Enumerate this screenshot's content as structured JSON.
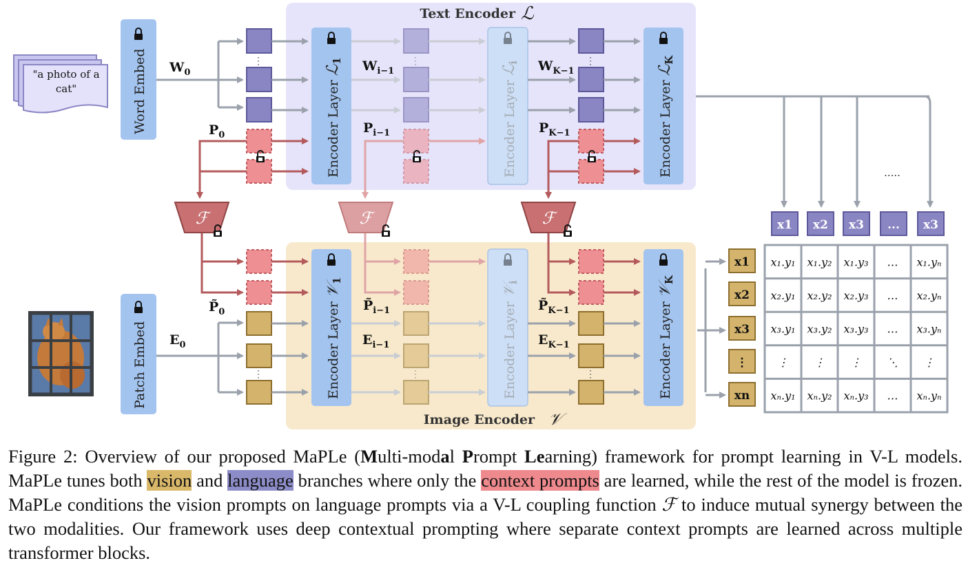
{
  "text_input": [
    "\"a photo of a",
    "cat\""
  ],
  "word_embed": "Word Embed",
  "patch_embed": "Patch Embed",
  "text_encoder_title": "Text Encoder",
  "text_encoder_symbol": "ℒ",
  "image_encoder_title": "Image Encoder",
  "image_encoder_symbol": "𝒱",
  "encoder_layer_prefix": "Encoder Layer",
  "text_layers": [
    {
      "sym": "ℒ",
      "sub": "1"
    },
    {
      "sym": "ℒ",
      "sub": "i"
    },
    {
      "sym": "ℒ",
      "sub": "K"
    }
  ],
  "image_layers": [
    {
      "sym": "𝒱",
      "sub": "1"
    },
    {
      "sym": "𝒱",
      "sub": "i"
    },
    {
      "sym": "𝒱",
      "sub": "K"
    }
  ],
  "coupling_symbol": "ℱ",
  "labels": {
    "w0": {
      "main": "W",
      "sub": "0"
    },
    "wi": {
      "main": "W",
      "sub": "i−1"
    },
    "wk": {
      "main": "W",
      "sub": "K−1"
    },
    "p0": {
      "main": "P",
      "sub": "0"
    },
    "pi": {
      "main": "P",
      "sub": "i−1"
    },
    "pk": {
      "main": "P",
      "sub": "K−1"
    },
    "pt0": {
      "main": "P̃",
      "sub": "0"
    },
    "pti": {
      "main": "P̃",
      "sub": "i−1"
    },
    "ptk": {
      "main": "P̃",
      "sub": "K−1"
    },
    "e0": {
      "main": "E",
      "sub": "0"
    },
    "ei": {
      "main": "E",
      "sub": "i−1"
    },
    "ek": {
      "main": "E",
      "sub": "K−1"
    }
  },
  "text_features": [
    "x1",
    "x2",
    "x3",
    "...",
    "x3"
  ],
  "image_features": [
    "x1",
    "x2",
    "x3",
    "⋮",
    "xn"
  ],
  "dots_text": ".....",
  "matrix_rows": [
    [
      "x₁.y₁",
      "x₁.y₂",
      "x₁.y₃",
      "…",
      "x₁.yₙ"
    ],
    [
      "x₂.y₁",
      "x₂.y₂",
      "x₂.y₃",
      "…",
      "x₂.yₙ"
    ],
    [
      "x₃.y₁",
      "x₃.y₂",
      "x₃.y₃",
      "…",
      "x₃.yₙ"
    ],
    [
      "⋮",
      "⋮",
      "⋮",
      "⋱",
      "⋮"
    ],
    [
      "xₙ.y₁",
      "xₙ.y₂",
      "xₙ.y₃",
      "…",
      "xₙ.yₙ"
    ]
  ],
  "caption": {
    "p1": "Figure 2: Overview of our proposed MaPLe (",
    "b1": "M",
    "t1": "ulti-mod",
    "b2": "a",
    "t2": "l ",
    "b3": "P",
    "t3": "rompt ",
    "b4": "Le",
    "t4": "arning) framework for prompt learning in V-L models. MaPLe tunes both ",
    "vision": "vision",
    "t5": " and ",
    "language": "language",
    "t6": " branches where only the ",
    "context": "context prompts",
    "t7": " are learned, while the rest of the model is frozen. MaPLe conditions the vision prompts on language prompts via a V-L coupling function ",
    "symbol": "ℱ",
    "t8": " to induce mutual synergy between the two modalities. Our framework uses deep contextual prompting where separate context prompts are learned across multiple transformer blocks."
  },
  "colors": {
    "text_bg": "#e6e4fa",
    "image_bg": "#f8e9cc",
    "layer": "#a3c4ef",
    "lang_token": "#8a86c3",
    "vision_token": "#d4b46c",
    "prompt": "#ee8f93",
    "prompt_arrow": "#b45a5c",
    "grey_arrow": "#9aa1ab",
    "coupling": "#c87072"
  }
}
